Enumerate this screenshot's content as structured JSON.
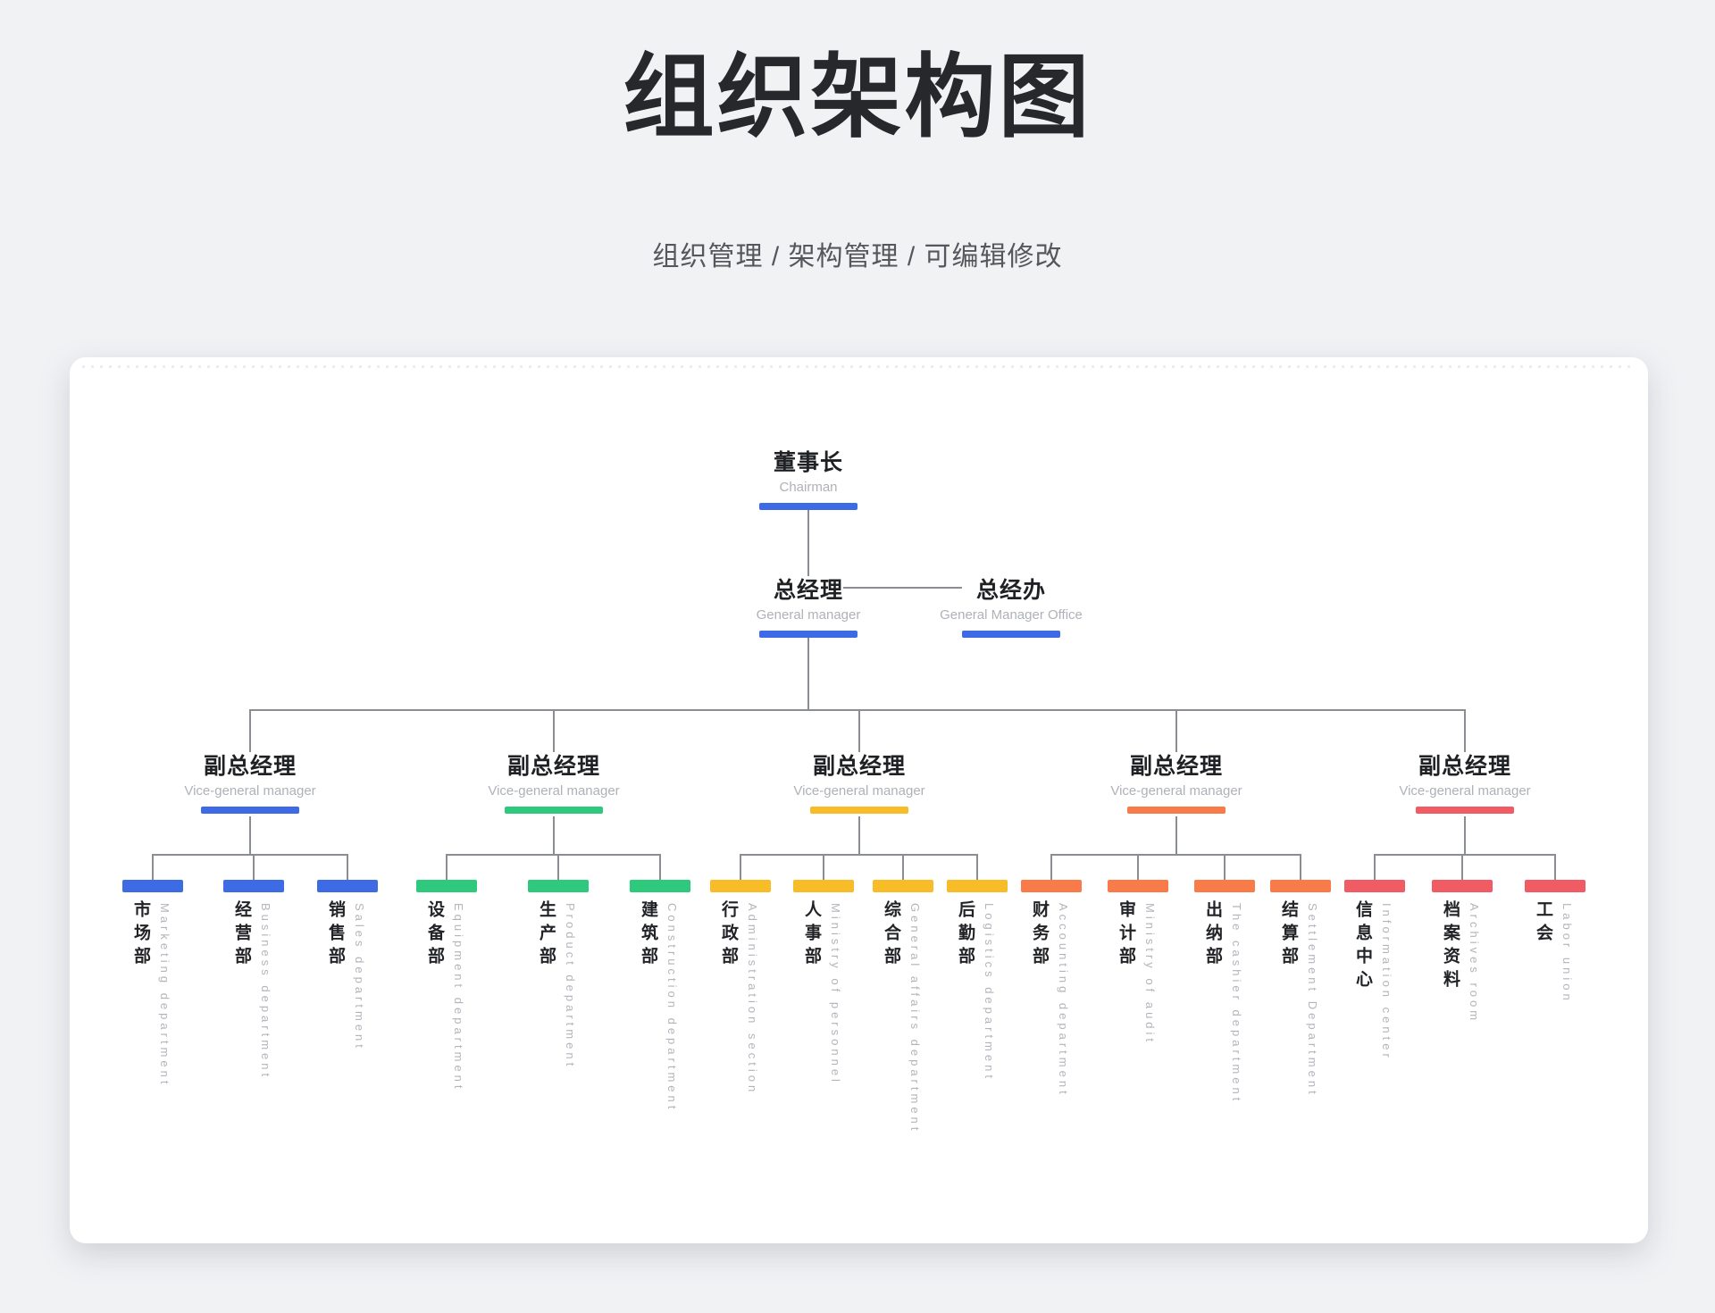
{
  "page": {
    "title": "组织架构图",
    "subtitle": "组织管理 / 架构管理 / 可编辑修改"
  },
  "org": {
    "line_color": "#8a8d92",
    "top_color": "#3d6be5",
    "chairman": {
      "title": "董事长",
      "subtitle": "Chairman"
    },
    "general_manager": {
      "title": "总经理",
      "subtitle": "General manager"
    },
    "gm_office": {
      "title": "总经办",
      "subtitle": "General Manager Office"
    },
    "branches": [
      {
        "manager_title": "副总经理",
        "manager_subtitle": "Vice-general manager",
        "color": "#3d6be5",
        "departments": [
          {
            "name": "市场部",
            "en": "Marketing department"
          },
          {
            "name": "经营部",
            "en": "Business department"
          },
          {
            "name": "销售部",
            "en": "Sales department"
          }
        ]
      },
      {
        "manager_title": "副总经理",
        "manager_subtitle": "Vice-general manager",
        "color": "#2fc97e",
        "departments": [
          {
            "name": "设备部",
            "en": "Equipment department"
          },
          {
            "name": "生产部",
            "en": "Product department"
          },
          {
            "name": "建筑部",
            "en": "Construction department"
          }
        ]
      },
      {
        "manager_title": "副总经理",
        "manager_subtitle": "Vice-general manager",
        "color": "#f9bc29",
        "departments": [
          {
            "name": "行政部",
            "en": "Administration section"
          },
          {
            "name": "人事部",
            "en": "Ministry of personnel"
          },
          {
            "name": "综合部",
            "en": "General affairs department"
          },
          {
            "name": "后勤部",
            "en": "Logistics department"
          }
        ]
      },
      {
        "manager_title": "副总经理",
        "manager_subtitle": "Vice-general manager",
        "color": "#f87b49",
        "departments": [
          {
            "name": "财务部",
            "en": "Accounting department"
          },
          {
            "name": "审计部",
            "en": "Ministry of audit"
          },
          {
            "name": "出纳部",
            "en": "The cashier department"
          },
          {
            "name": "结算部",
            "en": "Settlement Department"
          }
        ]
      },
      {
        "manager_title": "副总经理",
        "manager_subtitle": "Vice-general manager",
        "color": "#f15b64",
        "departments": [
          {
            "name": "信息中心",
            "en": "Information center"
          },
          {
            "name": "档案资料",
            "en": "Archives room"
          },
          {
            "name": "工会",
            "en": "Labor union"
          }
        ]
      }
    ]
  }
}
